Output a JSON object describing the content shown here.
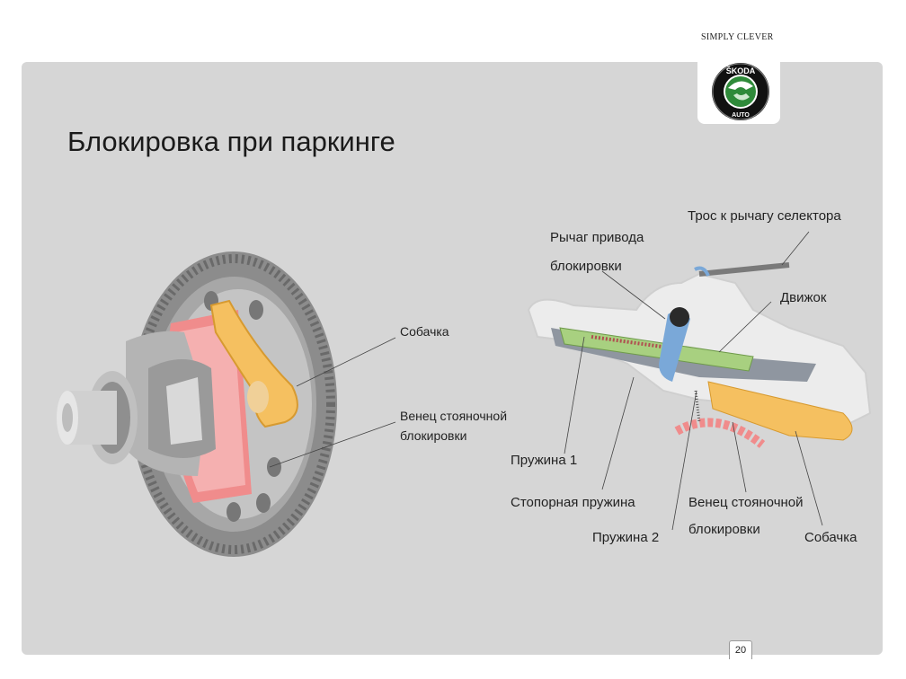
{
  "header": {
    "tagline": "SIMPLY CLEVER",
    "logo_text_top": "ŠKODA",
    "logo_text_bottom": "AUTO"
  },
  "slide": {
    "title": "Блокировка при паркинге",
    "page_number": "20"
  },
  "left_diagram": {
    "labels": {
      "pawl": "Собачка",
      "ring_line1": "Венец стояночной",
      "ring_line2": "блокировки"
    }
  },
  "right_diagram": {
    "labels": {
      "cable": "Трос к рычагу селектора",
      "lever_line1": "Рычаг привода",
      "lever_line2": "блокировки",
      "slider": "Движок",
      "spring1": "Пружина 1",
      "stop_spring": "Стопорная пружина",
      "spring2": "Пружина 2",
      "ring_line1": "Венец  стояночной",
      "ring_line2": "блокировки",
      "pawl": "Собачка"
    }
  },
  "colors": {
    "panel": "#d6d6d6",
    "pawl": "#f5c060",
    "ring": "#f08c8c",
    "lever": "#7aa8d8",
    "slider": "#a8d080",
    "logo_green": "#2f8a3a"
  }
}
